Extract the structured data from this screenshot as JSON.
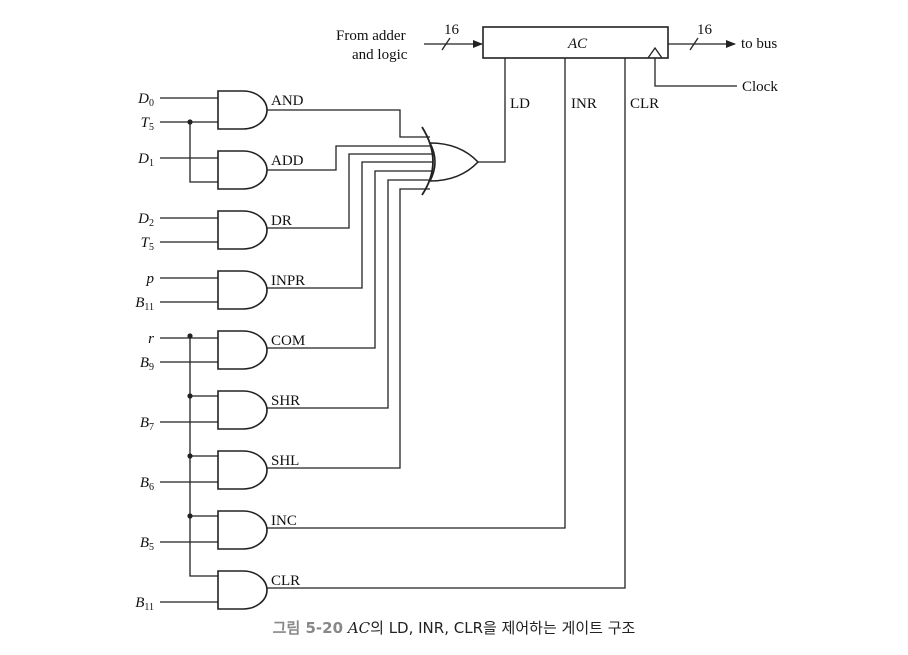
{
  "register": {
    "name": "AC",
    "clock": "Clock",
    "input_label_1": "From adder",
    "input_label_2": "and logic",
    "input_width": "16",
    "output_width": "16",
    "output_label": "to bus"
  },
  "controls": {
    "ld": "LD",
    "inr": "INR",
    "clr": "CLR"
  },
  "gates": [
    {
      "label": "AND",
      "in1": "D",
      "in1_sub": "0",
      "in2": "T",
      "in2_sub": "5"
    },
    {
      "label": "ADD",
      "in1": "D",
      "in1_sub": "1"
    },
    {
      "label": "DR",
      "in1": "D",
      "in1_sub": "2",
      "in2": "T",
      "in2_sub": "5"
    },
    {
      "label": "INPR",
      "in1": "p",
      "in2": "B",
      "in2_sub": "11"
    },
    {
      "label": "COM",
      "in1": "r",
      "in2": "B",
      "in2_sub": "9"
    },
    {
      "label": "SHR",
      "in2": "B",
      "in2_sub": "7"
    },
    {
      "label": "SHL",
      "in2": "B",
      "in2_sub": "6"
    },
    {
      "label": "INC",
      "in2": "B",
      "in2_sub": "5"
    },
    {
      "label": "CLR",
      "in2": "B",
      "in2_sub": "11"
    }
  ],
  "caption": {
    "number": "그림 5-20",
    "ac": "AC",
    "text": "의 LD, INR, CLR을 제어하는 게이트 구조"
  }
}
